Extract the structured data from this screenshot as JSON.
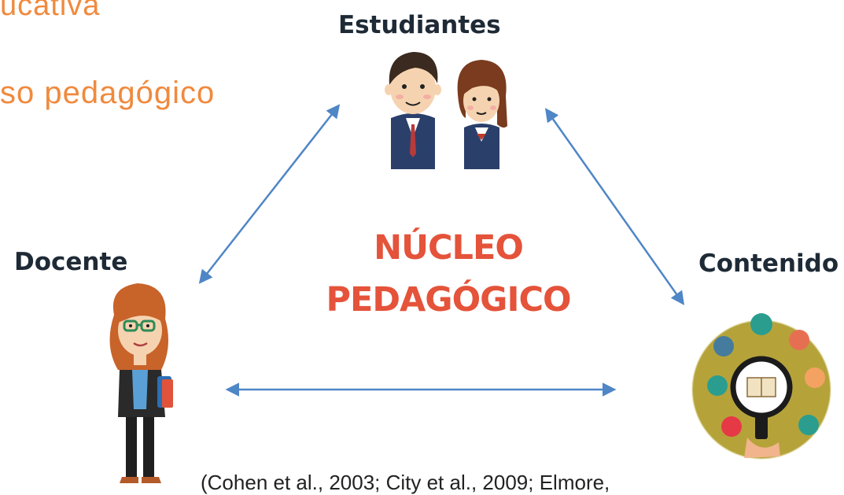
{
  "title": {
    "line1": "ucativa",
    "line2": "so pedagógico"
  },
  "nodes": {
    "students": "Estudiantes",
    "teacher": "Docente",
    "content": "Contenido"
  },
  "core": {
    "line1": "NÚCLEO",
    "line2": "PEDAGÓGICO"
  },
  "citation": "(Cohen et al., 2003; City et al., 2009; Elmore,",
  "colors": {
    "title": "#f08a3e",
    "core": "#e4533a",
    "arrow": "#4f86c6",
    "label": "#1e2a36"
  },
  "icons": {
    "students": "students-illustration-icon",
    "teacher": "teacher-illustration-icon",
    "content": "content-circle-icon"
  }
}
